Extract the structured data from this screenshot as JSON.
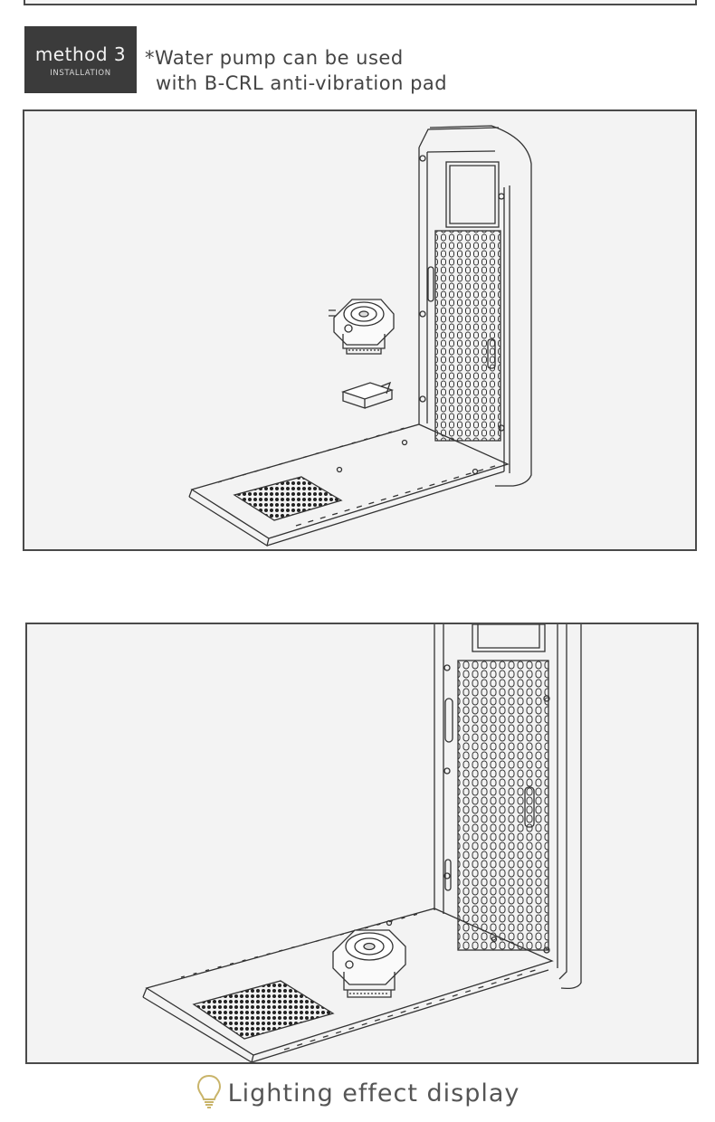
{
  "header": {
    "method_label": "method 3",
    "method_sub": "INSTALLATION",
    "note_line1": "*Water pump can be used",
    "note_line2": "with B-CRL anti-vibration pad"
  },
  "footer": {
    "icon": "lightbulb-icon",
    "label": "Lighting effect display"
  },
  "colors": {
    "badge_bg": "#3b3b3b",
    "panel_bg": "#f3f3f3",
    "border": "#4a4a4a",
    "bulb": "#c9b46a"
  }
}
